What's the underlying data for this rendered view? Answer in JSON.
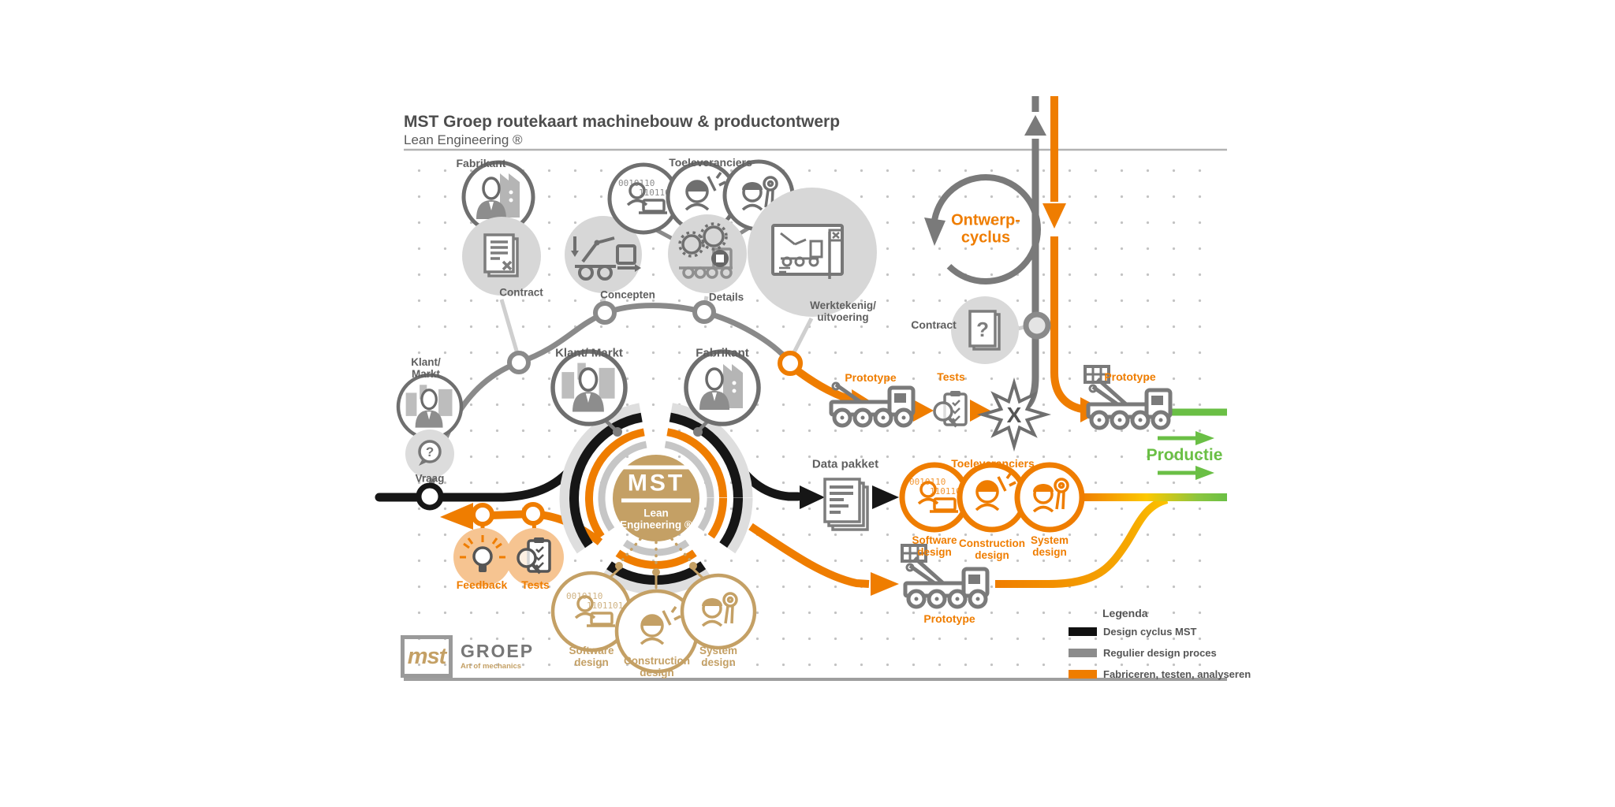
{
  "title": "MST Groep routekaart machinebouw & productontwerp",
  "subtitle": "Lean Engineering ®",
  "colors": {
    "orange": "#ef7d00",
    "gray_line": "#8a8a8a",
    "black_line": "#161616",
    "tan": "#c4a065",
    "green": "#6abf45",
    "circle_fill": "#d7d7d7"
  },
  "center": {
    "logo": "MST",
    "lean_line1": "Lean",
    "lean_line2": "Engineering ®"
  },
  "cycle": {
    "line1": "Ontwerp-",
    "line2": "cyclus"
  },
  "labels": {
    "fabrikant_top": "Fabrikant",
    "contract_top": "Contract",
    "concepten": "Concepten",
    "toeleveranciers_top": "Toeleveranciers",
    "details": "Details",
    "werktekening": "Werktekenig/ uitvoering",
    "klant_markt_left": "Klant/ Markt",
    "vraag": "Vraag",
    "klant_markt_center": "Klant/ Markt",
    "fabrikant_center": "Fabrikant",
    "prototype_top": "Prototype",
    "tests_mid": "Tests",
    "prototype_right": "Prototype",
    "contract_right": "Contract",
    "data_pakket": "Data pakket",
    "toeleveranciers_mid": "Toeleveranciers",
    "software_design_orange": "Software design",
    "construction_design_orange": "Construction design",
    "system_design_orange": "System design",
    "prototype_bottom": "Prototype",
    "feedback": "Feedback",
    "tests_left": "Tests",
    "software_design_tan": "Software design",
    "construction_design_tan": "Construction design",
    "system_design_tan": "System design",
    "productie": "Productie"
  },
  "icons": {
    "binary_1": "0010110",
    "binary_2": "1101101",
    "question_mark": "?",
    "burst_x": "X"
  },
  "legend": {
    "title": "Legenda",
    "items": [
      {
        "label": "Design cyclus MST",
        "color": "#111111"
      },
      {
        "label": "Regulier design proces",
        "color": "#8c8c8c"
      },
      {
        "label": "Fabriceren, testen, analyseren",
        "color": "#ef7d00"
      }
    ]
  },
  "logo": {
    "mark": "mst",
    "name": "GROEP",
    "tagline": "Art of mechanics"
  }
}
